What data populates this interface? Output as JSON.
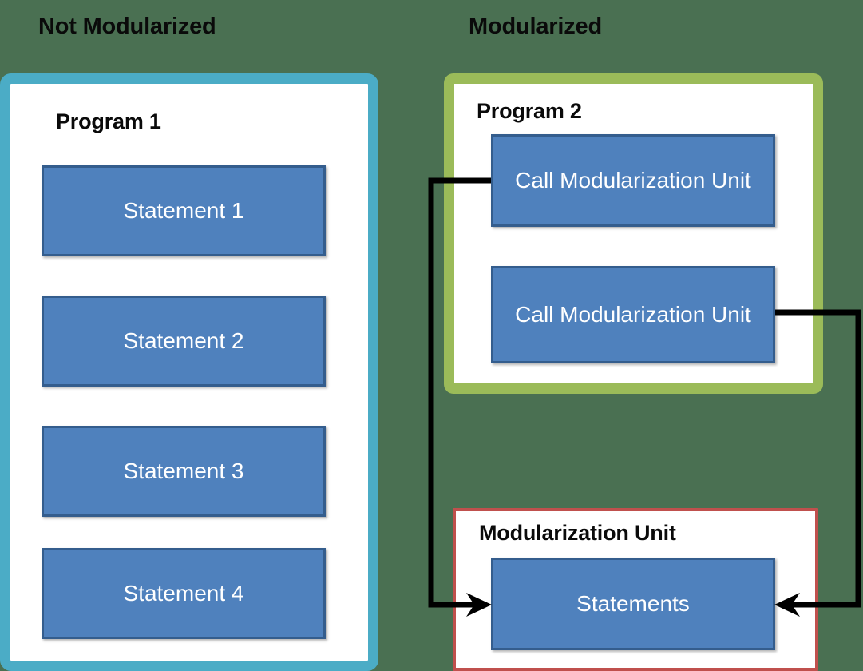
{
  "headings": {
    "left": "Not Modularized",
    "right": "Modularized"
  },
  "panels": {
    "program1": {
      "label": "Program 1",
      "border_color": "#4bacc6",
      "statements": [
        "Statement 1",
        "Statement 2",
        "Statement 3",
        "Statement 4"
      ]
    },
    "program2": {
      "label": "Program 2",
      "border_color": "#9bbb59",
      "calls": [
        "Call Modularization Unit",
        "Call Modularization Unit"
      ]
    },
    "modularization_unit": {
      "label": "Modularization Unit",
      "border_color": "#c0504d",
      "body": "Statements"
    }
  },
  "colors": {
    "background": "#4a7052",
    "box_fill": "#4f81bd",
    "box_border": "#345d8d",
    "box_text": "#ffffff",
    "connector": "#000000",
    "panel_fill": "#ffffff",
    "heading_text": "#0a0a0a"
  },
  "connectors": [
    {
      "name": "call1-to-statements",
      "from": "Call Modularization Unit (top)",
      "to": "Statements",
      "side": "left",
      "arrowhead": "right"
    },
    {
      "name": "call2-to-statements",
      "from": "Call Modularization Unit (bottom)",
      "to": "Statements",
      "side": "right",
      "arrowhead": "left"
    }
  ]
}
